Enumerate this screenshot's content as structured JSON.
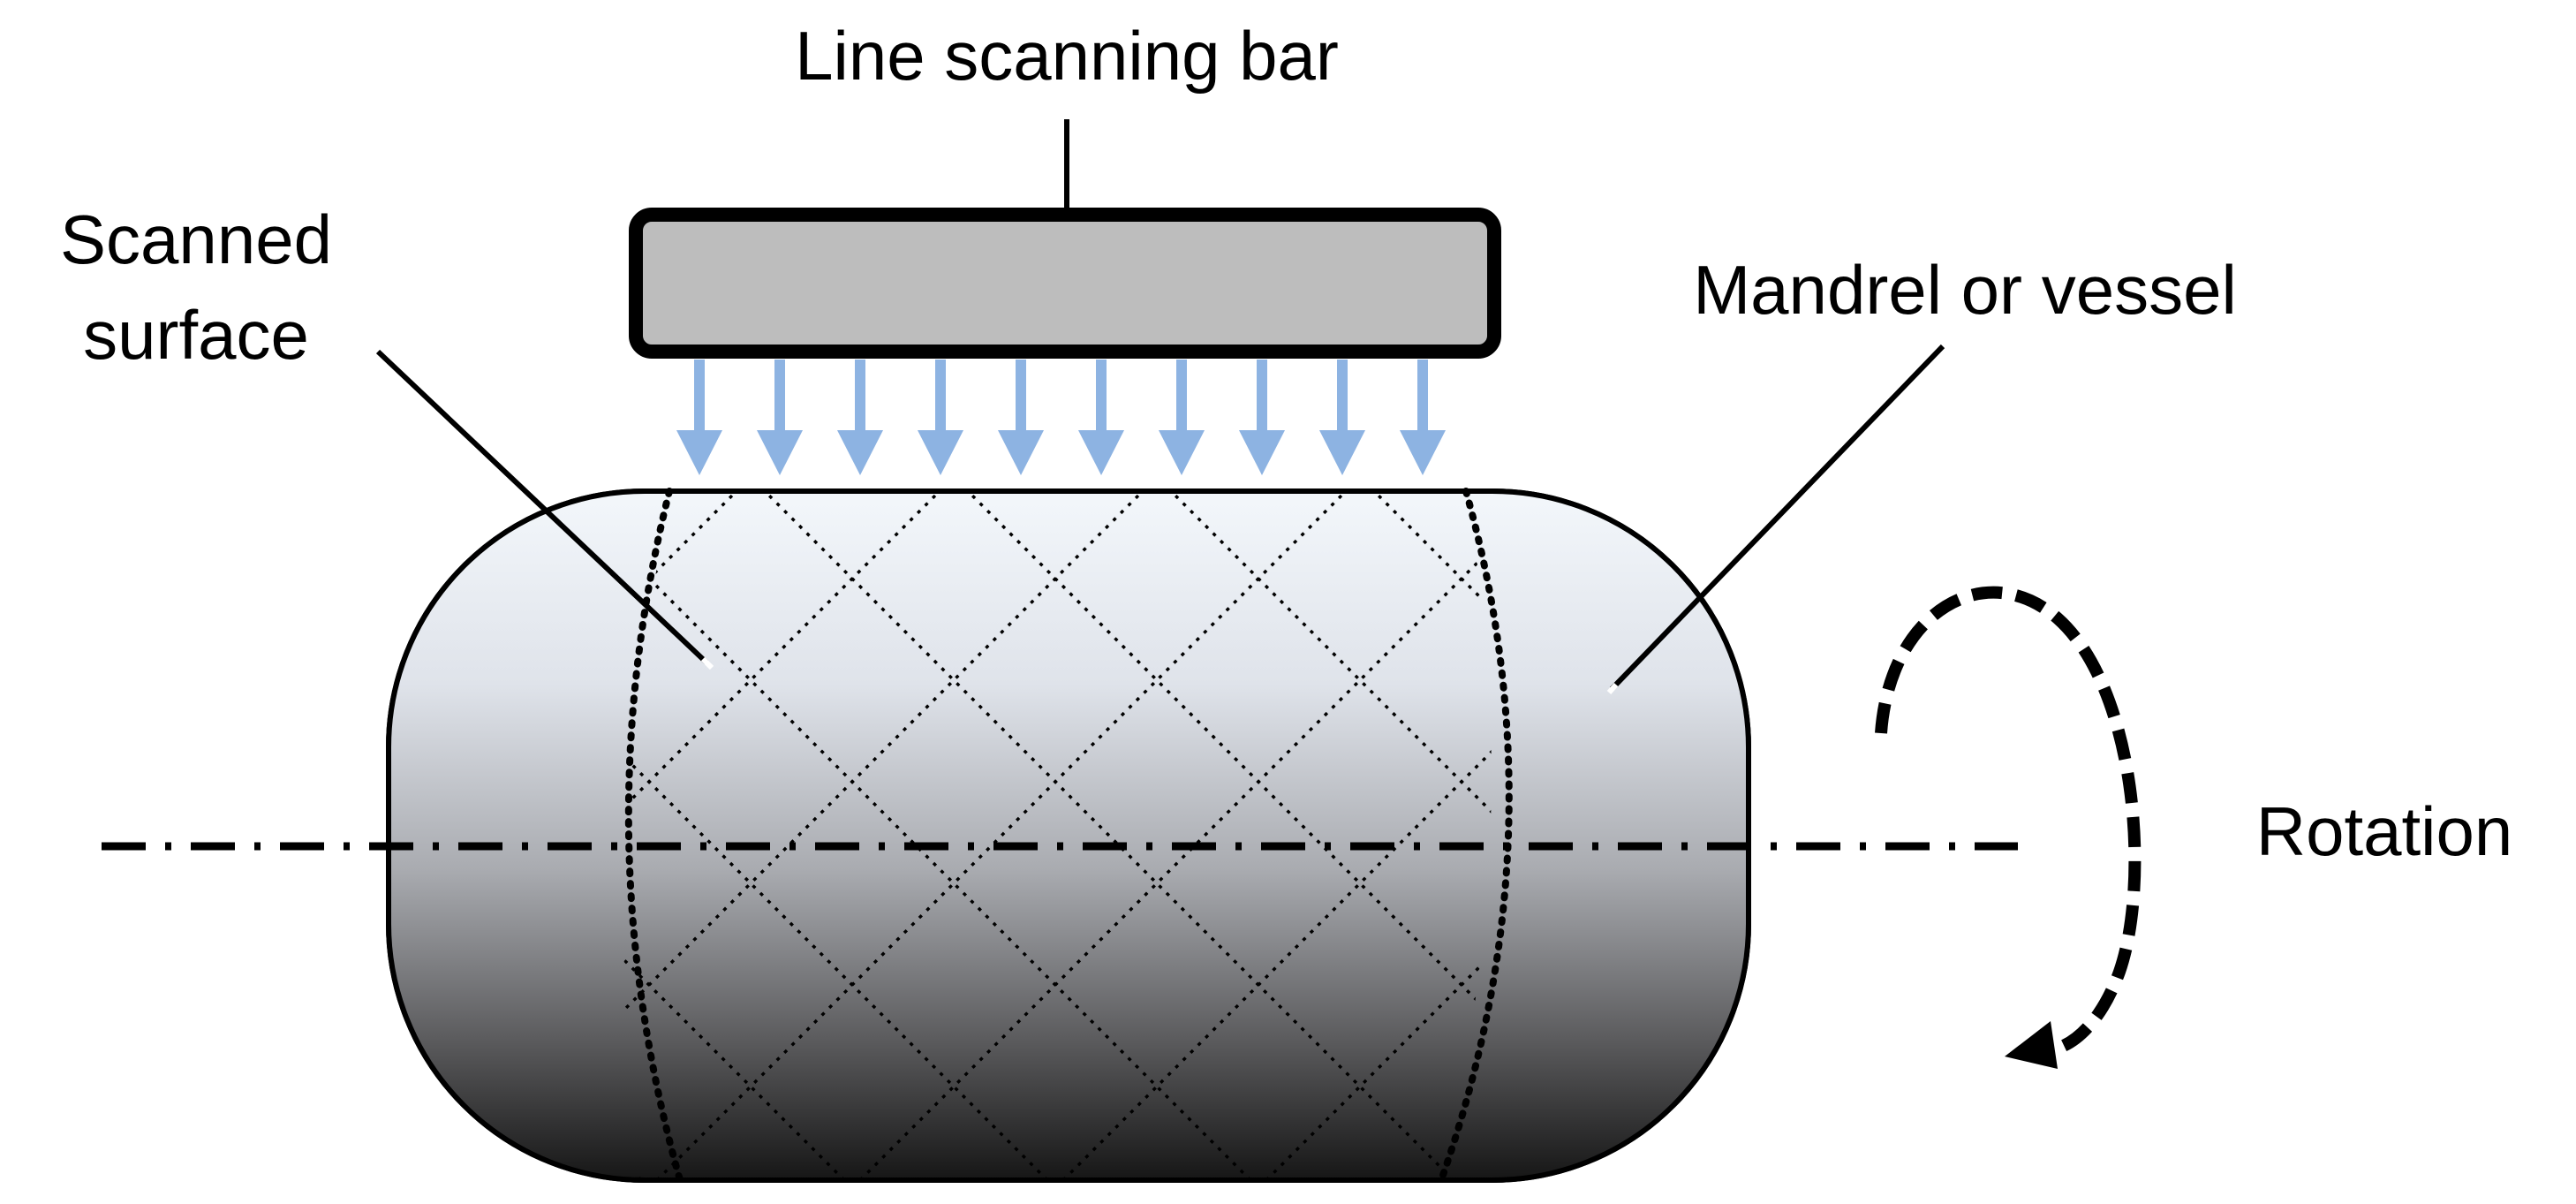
{
  "labels": {
    "bar": "Line scanning bar",
    "scanned_line1": "Scanned",
    "scanned_line2": "surface",
    "vessel": "Mandrel or vessel",
    "rotation": "Rotation"
  },
  "colors": {
    "bar_fill": "#bdbdbd",
    "arrow": "#8db3e2",
    "vessel_top": "#f3f7fb",
    "vessel_mid": "#a8a8ae",
    "vessel_bottom": "#161616",
    "stroke": "#000000"
  }
}
